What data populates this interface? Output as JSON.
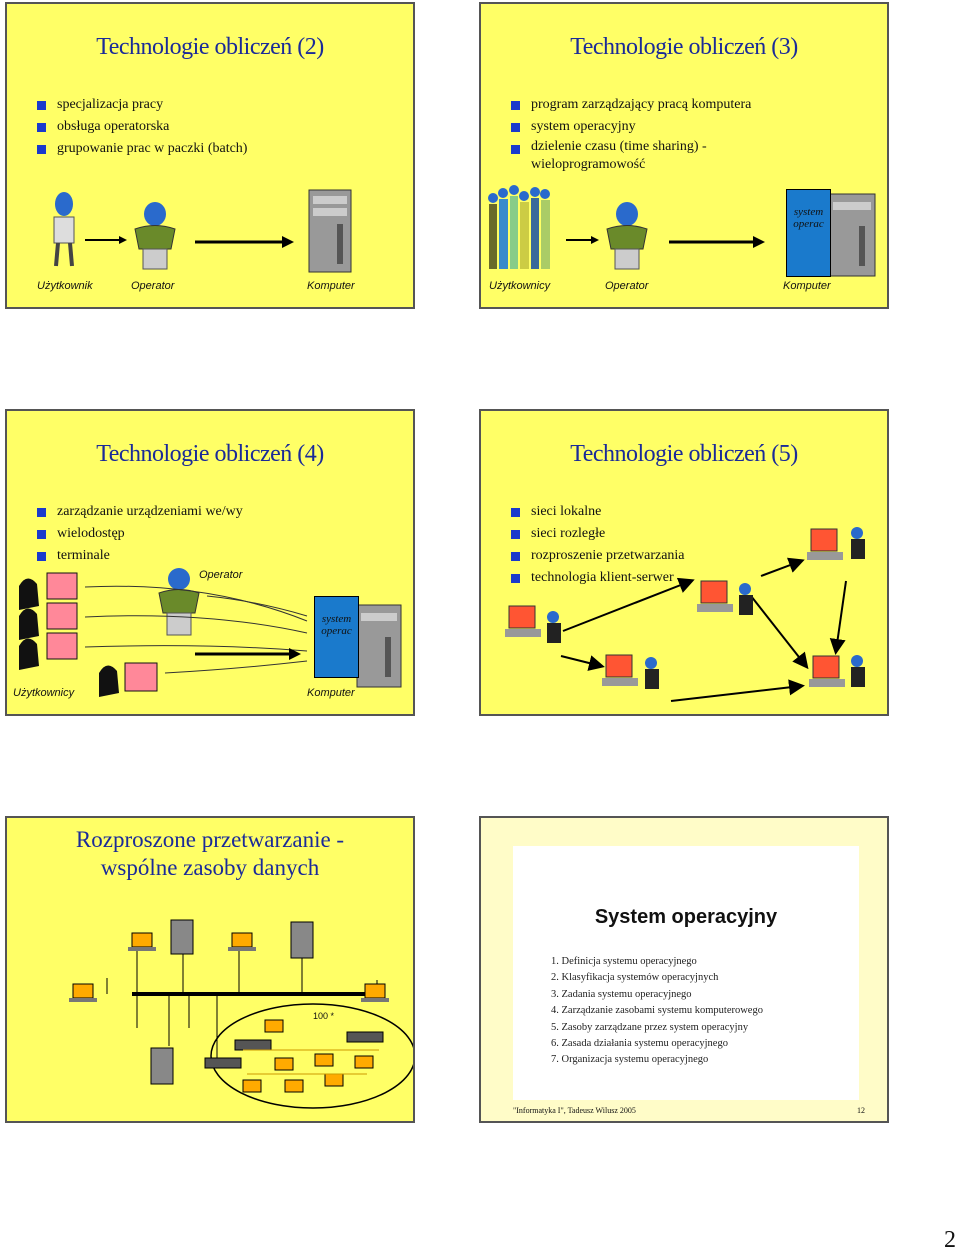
{
  "slides": {
    "s1": {
      "title": "Technologie obliczeń (2)",
      "bullets": [
        "specjalizacja pracy",
        "obsługa operatorska",
        "grupowanie prac w paczki (batch)"
      ],
      "captions": {
        "user": "Użytkownik",
        "operator": "Operator",
        "computer": "Komputer"
      }
    },
    "s2": {
      "title": "Technologie obliczeń (3)",
      "bullets": [
        "program zarządzający pracą komputera",
        "system operacyjny",
        "dzielenie czasu (time sharing) - wieloprogramowość"
      ],
      "sysbox": "system operac",
      "captions": {
        "user": "Użytkownicy",
        "operator": "Operator",
        "computer": "Komputer"
      }
    },
    "s3": {
      "title": "Technologie obliczeń (4)",
      "bullets": [
        "zarządzanie urządzeniami we/wy",
        "wielodostęp",
        "terminale"
      ],
      "sysbox": "system operac",
      "captions": {
        "user": "Użytkownicy",
        "operator": "Operator",
        "computer": "Komputer"
      }
    },
    "s4": {
      "title": "Technologie obliczeń (5)",
      "bullets": [
        "sieci lokalne",
        "sieci rozległe",
        "rozproszenie przetwarzania",
        "technologia klient-serwer"
      ]
    },
    "s5": {
      "title_line1": "Rozproszone przetwarzanie -",
      "title_line2": "wspólne zasoby danych",
      "label_100": "100 *"
    },
    "s6": {
      "title": "System operacyjny",
      "items": [
        "1.  Definicja systemu operacyjnego",
        "2.  Klasyfikacja systemów operacyjnych",
        "3.  Zadania systemu operacyjnego",
        "4.  Zarządzanie zasobami systemu komputerowego",
        "5.  Zasoby zarządzane przez system operacyjny",
        "6.  Zasada działania systemu operacyjnego",
        "7.  Organizacja systemu operacyjnego"
      ],
      "footer_left": "\"Informatyka I\", Tadeusz Wilusz 2005",
      "footer_right": "12"
    }
  },
  "page_number": "2"
}
